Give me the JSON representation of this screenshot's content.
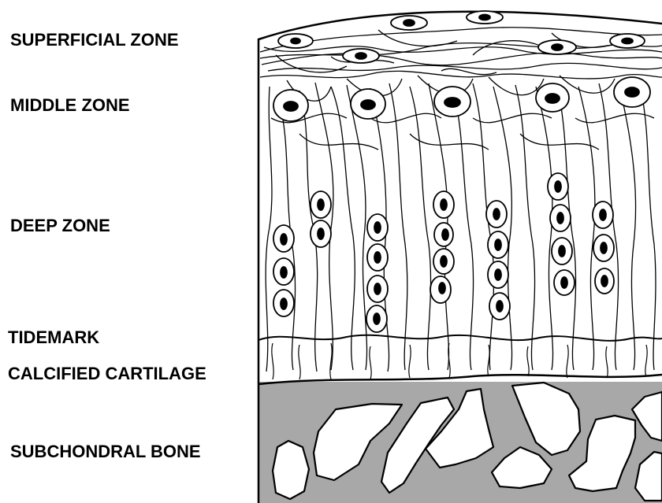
{
  "labels": {
    "superficial": "SUPERFICIAL ZONE",
    "middle": "MIDDLE ZONE",
    "deep": "DEEP ZONE",
    "tidemark": "TIDEMARK",
    "calcified": "CALCIFIED CARTILAGE",
    "subchondral": "SUBCHONDRAL BONE"
  },
  "colors": {
    "bone_fill": "#a8a8a8",
    "line": "#000000",
    "background": "#ffffff"
  }
}
